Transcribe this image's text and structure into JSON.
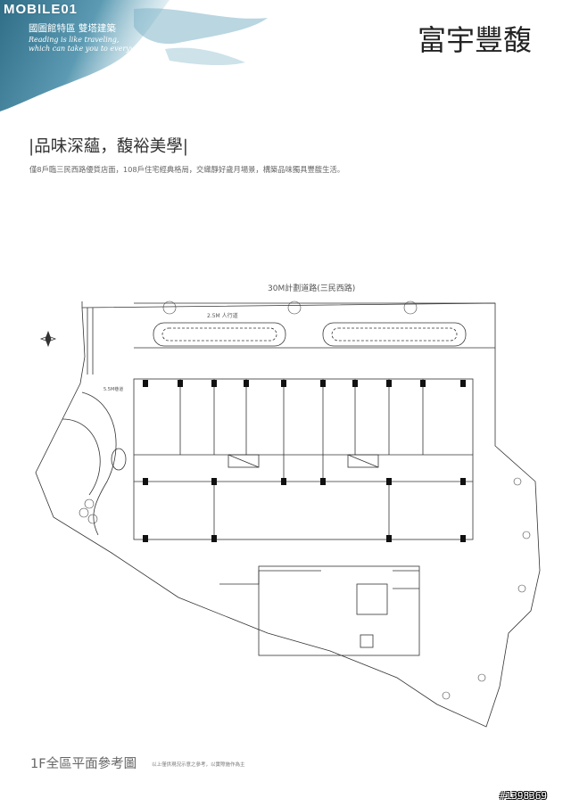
{
  "header": {
    "watermark_logo": "MOBILE01",
    "tagline": "國圖館特區 雙塔建築",
    "slogan_line1": "Reading is like traveling,",
    "slogan_line2": "which can take you to everywhere",
    "brand_name": "富宇豐馥"
  },
  "intro": {
    "heading": "|品味深蘊，馥裕美學|",
    "description": "僅8戶臨三民西路優質店面，108戶住宅經典格局，交織靜好歲月場景，構築品味獨具豐馥生活。"
  },
  "plan": {
    "road_label": "30M計劃道路(三民西路)",
    "sidewalk_label": "2.5M 人行道",
    "side_label": "5.5M巷道",
    "title": "1F全區平面參考圖",
    "note": "以上僅供現況示意之參考，以實際施作為主"
  },
  "footer": {
    "watermark_id": "#1398369"
  },
  "colors": {
    "brush_blue": "#3c7d97",
    "line": "#333333"
  }
}
